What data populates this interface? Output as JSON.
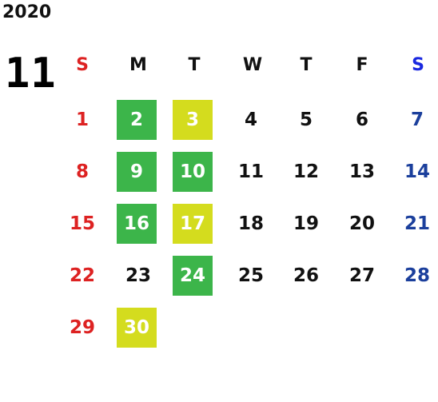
{
  "year": "2020",
  "month": "11",
  "weekdays": [
    "S",
    "M",
    "T",
    "W",
    "T",
    "F",
    "S"
  ],
  "weeks": [
    [
      "",
      "",
      "",
      "",
      "",
      "",
      ""
    ],
    [
      "1",
      "2",
      "3",
      "4",
      "5",
      "6",
      "7"
    ],
    [
      "8",
      "9",
      "10",
      "11",
      "12",
      "13",
      "14"
    ],
    [
      "15",
      "16",
      "17",
      "18",
      "19",
      "20",
      "21"
    ],
    [
      "22",
      "23",
      "24",
      "25",
      "26",
      "27",
      "28"
    ],
    [
      "29",
      "30",
      "",
      "",
      "",
      "",
      ""
    ]
  ],
  "highlights": {
    "green": [
      "2",
      "9",
      "10",
      "16",
      "24"
    ],
    "yellow": [
      "3",
      "17",
      "30"
    ]
  },
  "colors": {
    "sunday": "#dd2222",
    "saturday": "#1b3f9c",
    "saturday_header": "#1a28e0",
    "green": "#3cb54a",
    "yellow": "#d4dc1e"
  }
}
